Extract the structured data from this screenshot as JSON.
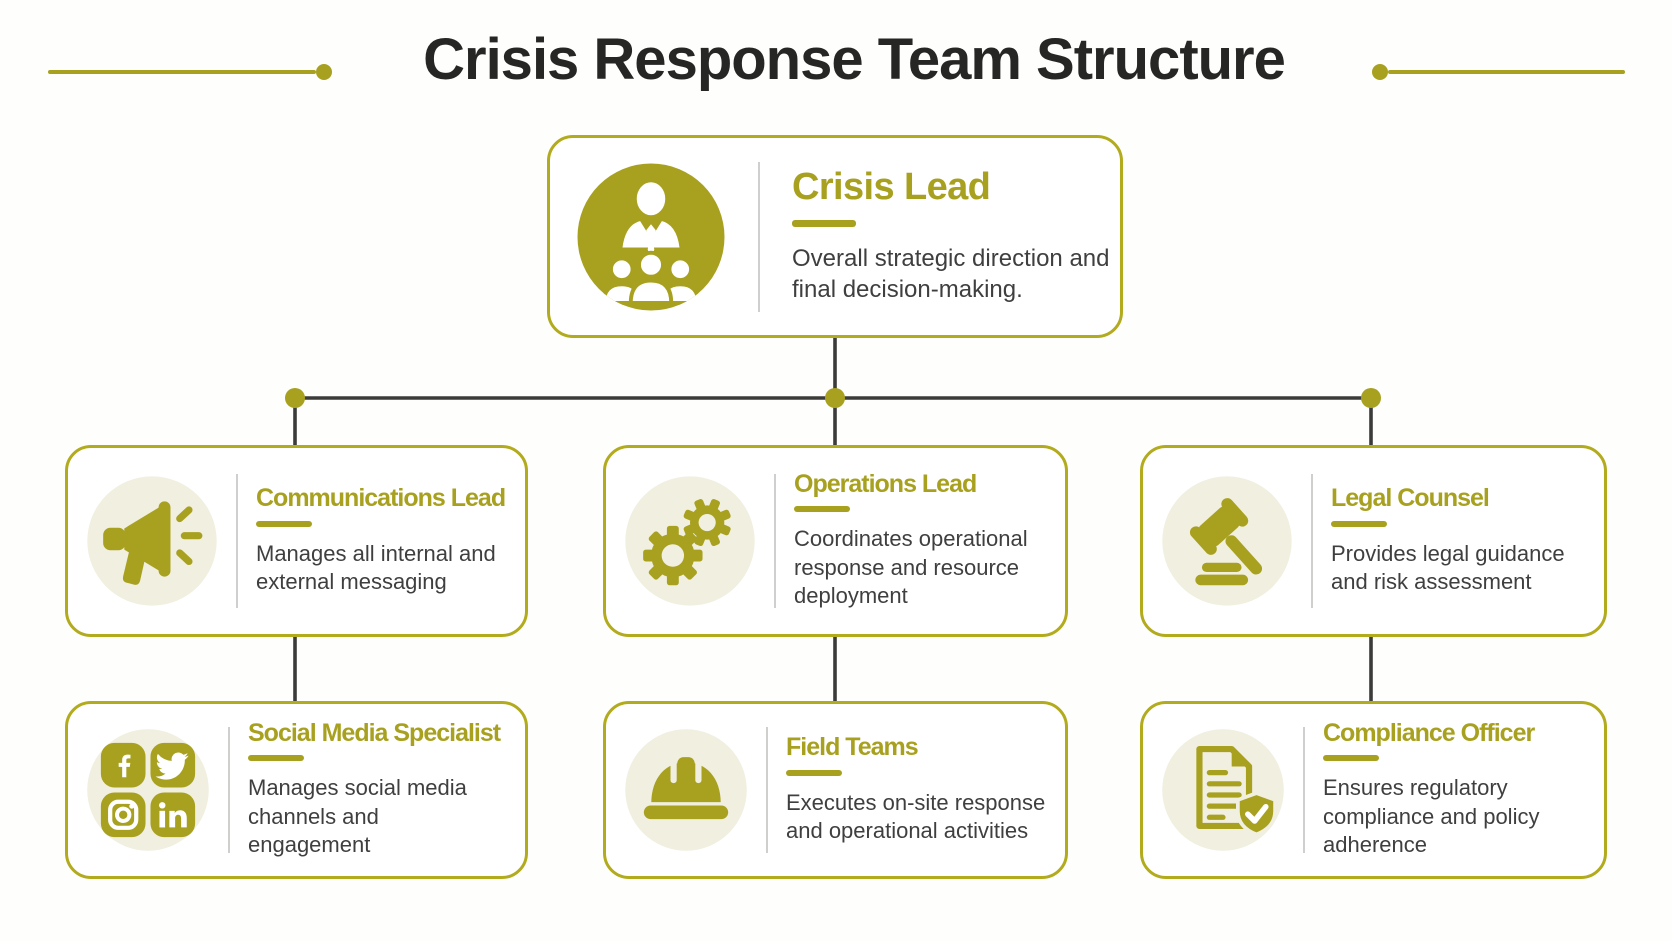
{
  "title": "Crisis Response Team Structure",
  "colors": {
    "accent": "#a8a120",
    "border": "#b2ab1e",
    "icon_bg": "#f1efe0",
    "heading": "#262625",
    "body": "#3f3f3f",
    "connector": "#3b3b39"
  },
  "nodes": {
    "crisis_lead": {
      "title": "Crisis Lead",
      "description": "Overall strategic direction and final decision-making.",
      "icon": "leader-presentation-icon"
    },
    "communications_lead": {
      "title": "Communications Lead",
      "description": "Manages all internal and external messaging",
      "icon": "megaphone-icon"
    },
    "operations_lead": {
      "title": "Operations Lead",
      "description": "Coordinates operational response and resource deployment",
      "icon": "gears-icon"
    },
    "legal_counsel": {
      "title": "Legal Counsel",
      "description": "Provides legal guidance and risk assessment",
      "icon": "gavel-icon"
    },
    "social_media_specialist": {
      "title": "Social Media Specialist",
      "description": "Manages social media channels and engagement",
      "icon": "social-networks-icon"
    },
    "field_teams": {
      "title": "Field Teams",
      "description": "Executes on-site response and operational activities",
      "icon": "hard-hat-icon"
    },
    "compliance_officer": {
      "title": "Compliance Officer",
      "description": "Ensures regulatory compliance and policy adherence",
      "icon": "document-shield-check-icon"
    }
  }
}
